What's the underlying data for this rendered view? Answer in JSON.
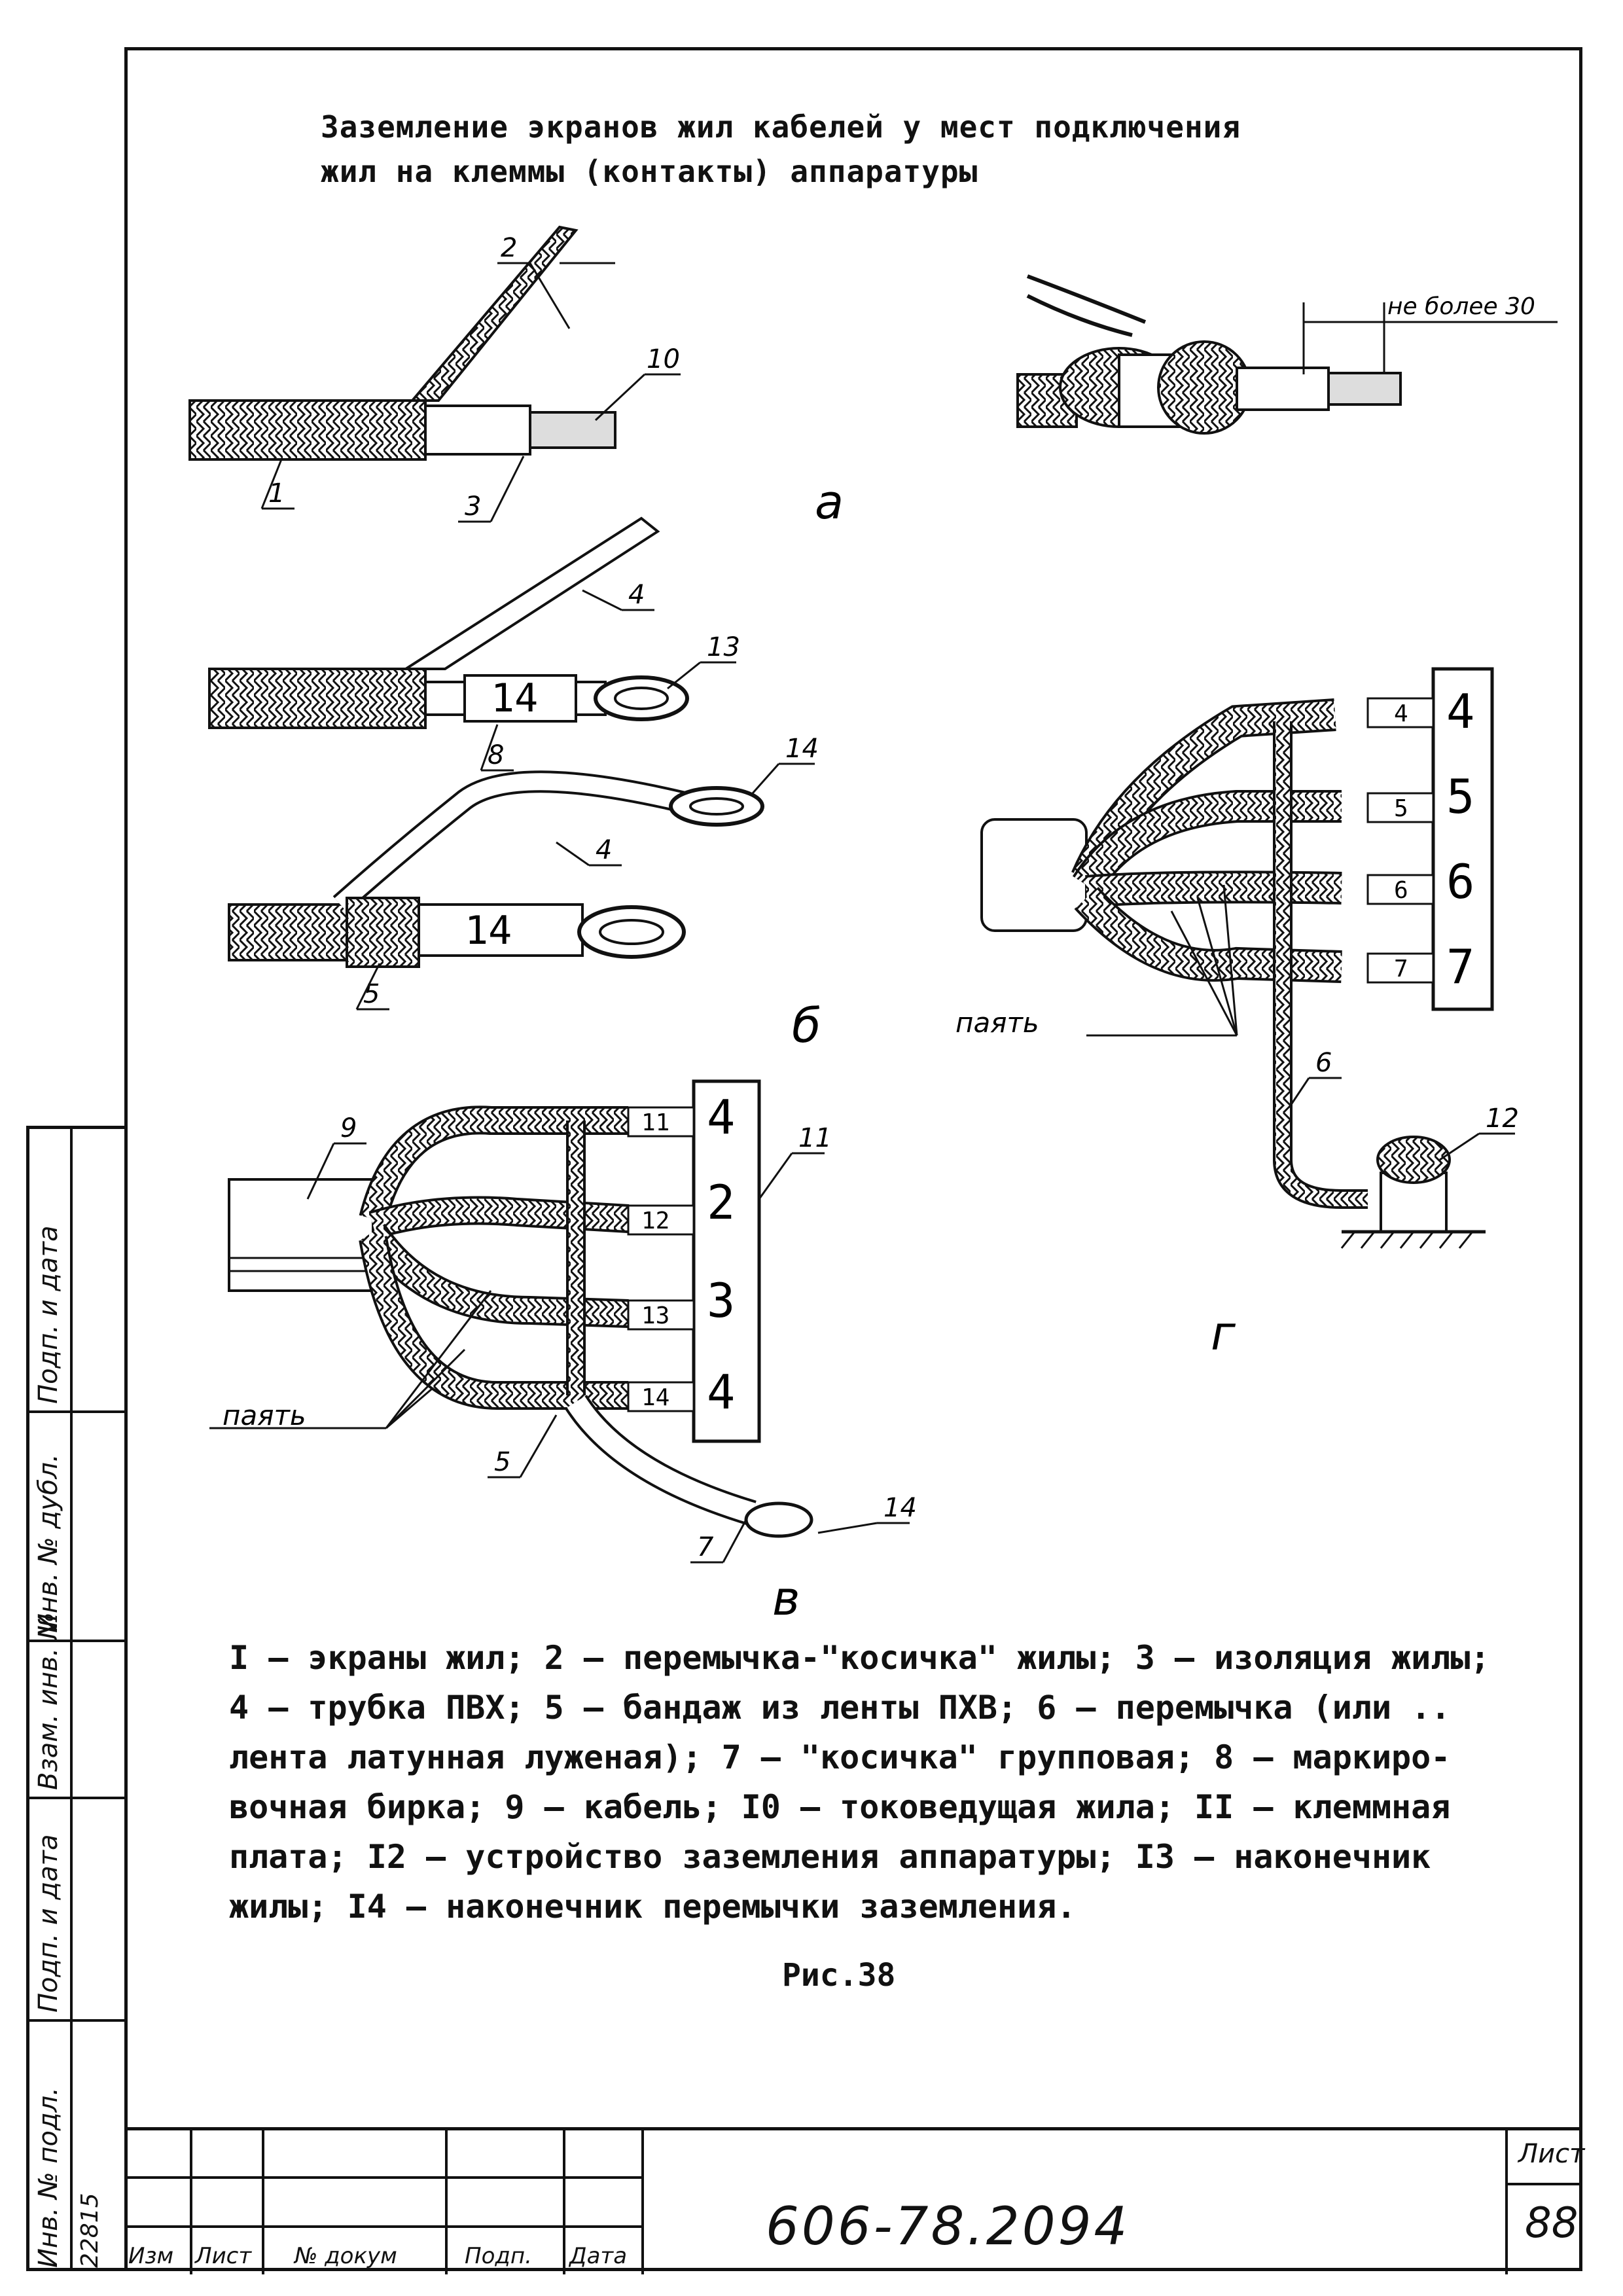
{
  "title": {
    "line1": "Заземление экранов жил кабелей у мест подключения",
    "line2": "жил на клеммы (контакты) аппаратуры"
  },
  "figure": {
    "panel_labels": [
      "а",
      "б",
      "в",
      "г"
    ],
    "note_distance": "не более 30",
    "solder_label": "паять",
    "callouts_a": [
      "2",
      "10",
      "1",
      "3"
    ],
    "callouts_b_top": [
      "4",
      "13",
      "8"
    ],
    "callouts_b_bottom": [
      "14",
      "4",
      "5"
    ],
    "tag_b_top": "14",
    "tag_b_bottom": "14",
    "terminal_g": [
      "4",
      "5",
      "6",
      "7"
    ],
    "tags_g": [
      "4",
      "5",
      "6",
      "7"
    ],
    "callouts_g": [
      "6",
      "12"
    ],
    "terminal_v": [
      "4",
      "2",
      "3",
      "4"
    ],
    "tags_v": [
      "11",
      "12",
      "13",
      "14"
    ],
    "callouts_v": [
      "9",
      "11",
      "5",
      "7",
      "14"
    ]
  },
  "legend": [
    "I – экраны жил; 2 – перемычка-\"косичка\" жилы; 3 – изоляция жилы;",
    "4 – трубка ПВХ; 5 – бандаж из ленты ПХВ; 6 – перемычка (или ..",
    "лента латунная луженая); 7 – \"косичка\" групповая; 8 – маркиро-",
    "вочная бирка; 9 – кабель; I0 – токоведущая жила; II – клеммная",
    "плата; I2 – устройство заземления аппаратуры; I3 – наконечник",
    "жилы; I4 – наконечник перемычки заземления."
  ],
  "caption": "Рис.38",
  "side_strip": {
    "labels": [
      "Инв. № подл.",
      "Подп. и дата",
      "Взам. инв. №",
      "Инв. № дубл.",
      "Подп. и дата"
    ],
    "inv_number": "22815"
  },
  "stamp": {
    "col_labels": [
      "Изм",
      "Лист",
      "№ докум",
      "Подп.",
      "Дата"
    ],
    "doc_number": "606-78.2094",
    "sheet_label": "Лист",
    "sheet_number": "88"
  }
}
